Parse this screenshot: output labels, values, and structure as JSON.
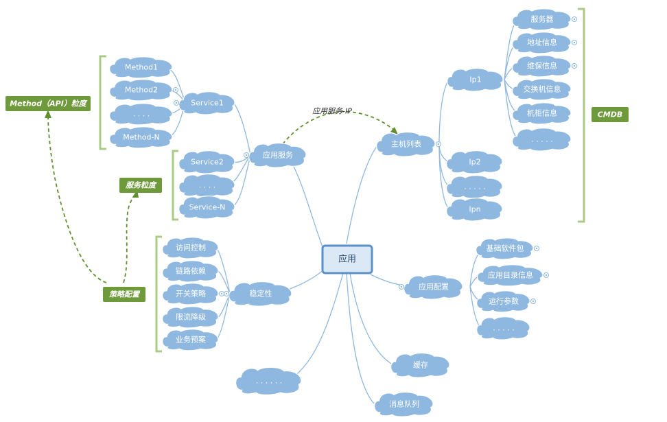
{
  "center": "应用",
  "nodes": {
    "app_service": "应用服务",
    "service1": "Service1",
    "method1": "Method1",
    "method2": "Method2",
    "method_ellipsis": ". . . .",
    "method_n": "Method-N",
    "service2": "Service2",
    "service_ellipsis": ". . . .",
    "service_n": "Service-N",
    "stability": "稳定性",
    "access_control": "访问控制",
    "link_dependency": "链路依赖",
    "switch_strategy": "开关策略",
    "rate_limit": "限流降级",
    "business_plan": "业务预案",
    "bottom_ellipsis": ". . . . . .",
    "host_list": "主机列表",
    "ip1": "Ip1",
    "server": "服务器",
    "address_info": "地址信息",
    "maintenance_info": "维保信息",
    "switch_info": "交换机信息",
    "cabinet_info": "机柜信息",
    "ip1_ellipsis": ". . . . .",
    "ip2": "Ip2",
    "ip_ellipsis": ". . . . .",
    "ipn": "Ipn",
    "app_config": "应用配置",
    "base_package": "基础软件包",
    "app_dir_info": "应用目录信息",
    "runtime_params": "运行参数",
    "config_ellipsis": ". . . . .",
    "cache": "缓存",
    "message_queue": "消息队列"
  },
  "tags": {
    "method_api": "Method（API）粒度",
    "service_granularity": "服务粒度",
    "policy_config": "策略配置",
    "cmdb": "CMDB"
  },
  "relation": "应用服务-IP",
  "colors": {
    "cloud": "#8fb8e0",
    "tag": "#6e9a3b",
    "bracket": "#a9cc85",
    "center_border": "#5a8fc8"
  }
}
